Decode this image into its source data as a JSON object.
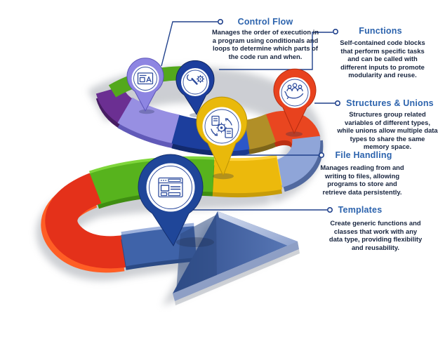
{
  "figure": {
    "type": "roadmap-infographic",
    "background": "#ffffff",
    "title_color": "#2c63ad",
    "body_color": "#18253f",
    "connector_color": "#20418c"
  },
  "items": [
    {
      "title": "Control Flow",
      "description": "Manages the order of execution in a program using conditionals and loops to determine which parts of the code run and when.",
      "icon": "blueprint-document-icon",
      "pin_color": "#8d85e2",
      "pin_border": "#5c54b8"
    },
    {
      "title": "Functions",
      "description": "Self-contained code blocks that perform specific tasks and can be called with different inputs to promote modularity and reuse.",
      "icon": "wrench-gear-icon",
      "pin_color": "#1c3e9d",
      "pin_border": "#12275f"
    },
    {
      "title": "Structures & Unions",
      "description": "Structures group related variables of different types, while unions allow multiple data types to share the same memory space.",
      "icon": "hand-team-icon",
      "pin_color": "#e8421e",
      "pin_border": "#b52c10"
    },
    {
      "title": "File Handling",
      "description": "Manages reading from and writing to files, allowing programs to store and retrieve data persistently.",
      "icon": "file-sync-gear-icon",
      "pin_color": "#e9b90b",
      "pin_border": "#bb9306"
    },
    {
      "title": "Templates",
      "description": "Create generic functions and classes that work with any data type, providing flexibility and reusability.",
      "icon": "browser-template-icon",
      "pin_color": "#1f4699",
      "pin_border": "#142f6e"
    }
  ],
  "road": {
    "segments": [
      {
        "name": "purple-start",
        "color": "#6b2f92"
      },
      {
        "name": "lavender",
        "color": "#978fe2"
      },
      {
        "name": "dark-blue",
        "color": "#1c3e9d"
      },
      {
        "name": "royal-blue",
        "color": "#2c57c9"
      },
      {
        "name": "olive",
        "color": "#b18f28"
      },
      {
        "name": "red-turn",
        "color": "#e94620"
      },
      {
        "name": "periwinkle-turn",
        "color": "#8fa5d8"
      },
      {
        "name": "yellow",
        "color": "#ecb90c"
      },
      {
        "name": "green",
        "color": "#57b31d"
      },
      {
        "name": "red-orange-turn",
        "color": "#e4311a"
      },
      {
        "name": "blue-arrow",
        "color": "#3f63a9"
      },
      {
        "name": "green-back",
        "color": "#53a81c"
      }
    ],
    "arrow_gradient": [
      "#2f4d8c",
      "#5b7ab8"
    ]
  }
}
